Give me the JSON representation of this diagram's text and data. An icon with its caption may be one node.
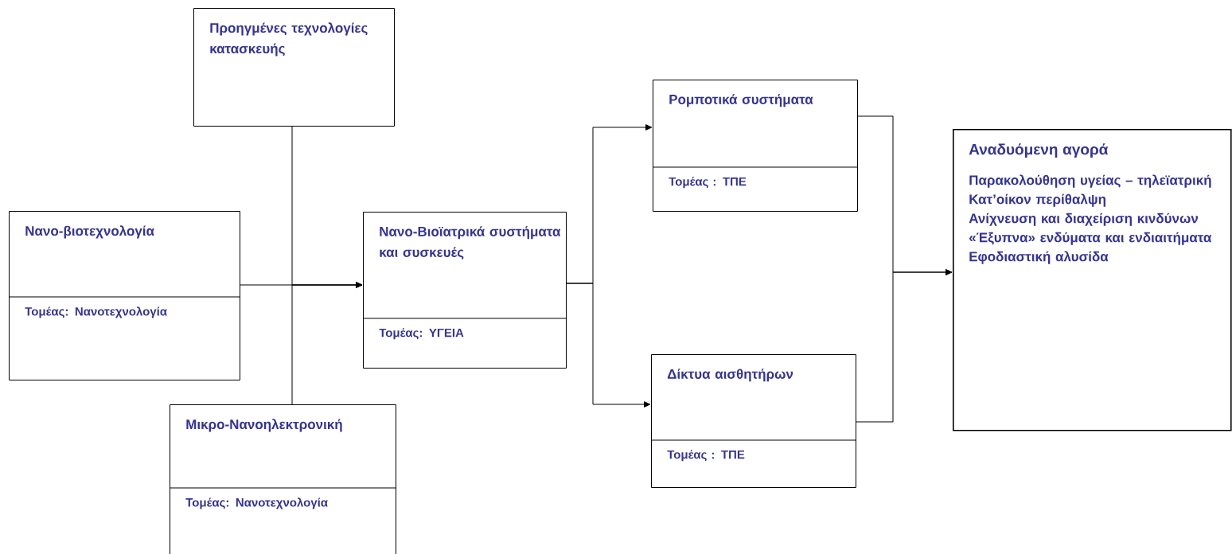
{
  "diagram": {
    "nodes": [
      {
        "text": [
          "Προηγμένες τεχνολογίες κατασκευής"
        ]
      },
      {
        "text": [
          "Νανο-βιοτεχνολογία",
          "Τομέας: Νανοτεχνολογία"
        ]
      },
      {
        "text": [
          "Μικρο-Νανοηλεκτρονική",
          "Τομέας: Νανοτεχνολογία"
        ]
      },
      {
        "text": [
          "Νανο-Βιοϊατρικά συστήματα  και συσκευές",
          "Τομέας: ΥΓΕΙΑ"
        ]
      },
      {
        "text": [
          "Ρομποτικά συστήματα",
          "Τομέας : ΤΠΕ"
        ]
      },
      {
        "text": [
          "Δίκτυα αισθητήρων",
          "Τομέας : ΤΠΕ"
        ]
      },
      {
        "text": [
          "Αναδυόμενη αγορά",
          "Παρακολούθηση υγείας – τηλεϊατρική",
          "Κατ’οίκον περίθαλψη",
          "Ανίχνευση και διαχείριση κινδύνων",
          "«Έξυπνα» ενδύματα και ενδιαιτήματα",
          "Εφοδιαστική αλυσίδα"
        ]
      }
    ],
    "edges": [
      {
        "from": 0,
        "to": 3,
        "arrow": "to"
      },
      {
        "from": 1,
        "to": 3,
        "arrow": "to"
      },
      {
        "from": 2,
        "to": 3,
        "arrow": "to"
      },
      {
        "from": 3,
        "to": 4,
        "arrow": "to"
      },
      {
        "from": 3,
        "to": 5,
        "arrow": "to"
      },
      {
        "from": 4,
        "to": 6,
        "arrow": "to"
      },
      {
        "from": 5,
        "to": 6,
        "arrow": "to"
      }
    ]
  }
}
